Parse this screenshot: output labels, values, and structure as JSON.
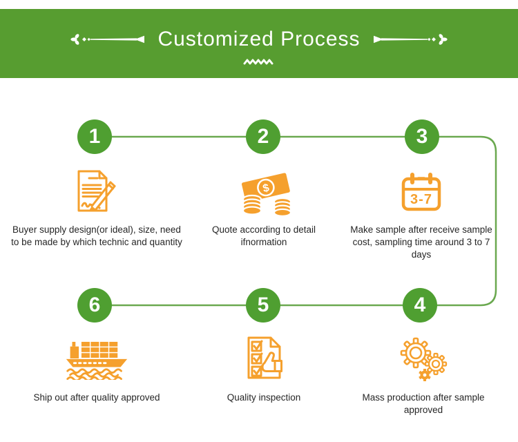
{
  "header": {
    "title": "Customized Process",
    "ornament_icon": "flourish-arrow-divider-icon",
    "underline_icon": "zigzag-icon"
  },
  "steps": [
    {
      "number": "1",
      "icon": "document-pencil-icon",
      "text": "Buyer supply design(or ideal), size, need to be made by which technic and quantity"
    },
    {
      "number": "2",
      "icon": "money-banknote-coins-icon",
      "icon_label": "$",
      "text": "Quote according to detail ifnormation"
    },
    {
      "number": "3",
      "icon": "calendar-icon",
      "icon_label": "3-7",
      "text": "Make sample after receive sample cost, sampling time around 3 to 7 days"
    },
    {
      "number": "4",
      "icon": "gears-icon",
      "text": "Mass production after sample approved"
    },
    {
      "number": "5",
      "icon": "checklist-thumbs-up-icon",
      "text": "Quality inspection"
    },
    {
      "number": "6",
      "icon": "cargo-ship-icon",
      "text": "Ship out after quality approved"
    }
  ],
  "colors": {
    "header_green": "#579d30",
    "circle_green": "#4f9f31",
    "line_green": "#6aa84f",
    "icon_orange": "#f5a02d",
    "text_color": "#262626"
  }
}
